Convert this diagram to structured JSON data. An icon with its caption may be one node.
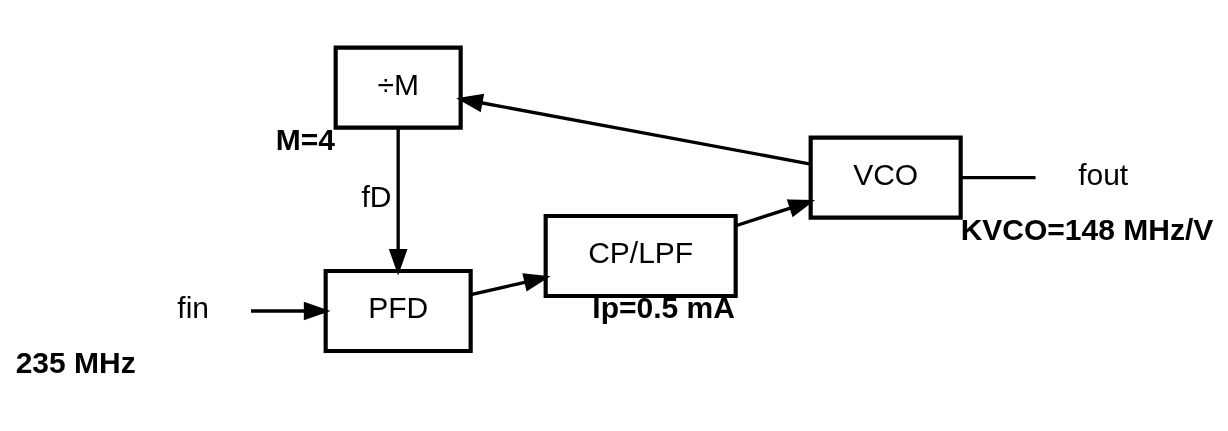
{
  "diagram": {
    "nodes": [
      {
        "text": [
          "fin"
        ],
        "beside": [
          "235 MHz"
        ]
      },
      {
        "text": [
          "PFD"
        ]
      },
      {
        "text": [
          "CP/LPF"
        ],
        "beside": [
          "Ip=0.5 mA"
        ]
      },
      {
        "text": [
          "VCO"
        ],
        "beside": [
          "KVCO=148 MHz/V"
        ]
      },
      {
        "text": [
          "fout"
        ]
      },
      {
        "text": [
          "÷M"
        ],
        "beside": [
          "M=4"
        ]
      }
    ],
    "edges": [
      {
        "from": 0,
        "to": 1,
        "arrow": "to"
      },
      {
        "from": 1,
        "to": 2,
        "arrow": "to"
      },
      {
        "from": 2,
        "to": 3,
        "arrow": "to"
      },
      {
        "from": 3,
        "to": 4,
        "arrow": "none"
      },
      {
        "from": 3,
        "to": 5,
        "arrow": "to"
      },
      {
        "from": 5,
        "to": 1,
        "arrow": "to",
        "label": "fD"
      }
    ]
  }
}
